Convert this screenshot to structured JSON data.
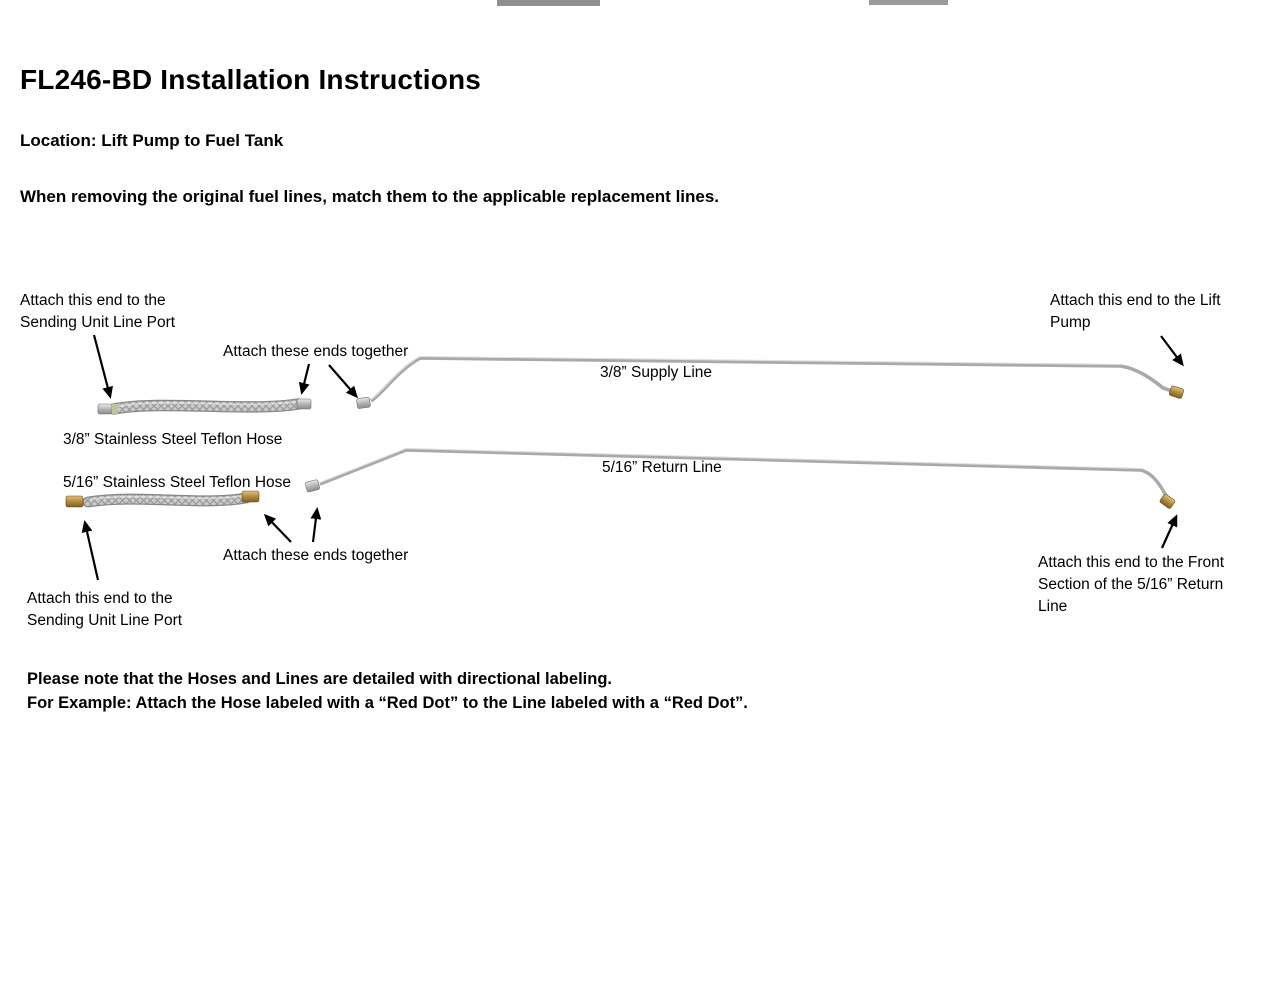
{
  "page": {
    "title": "FL246-BD Installation Instructions",
    "location": "Location: Lift Pump to Fuel Tank",
    "intro": "When removing the original fuel lines, match them to the applicable replacement lines.",
    "note": {
      "line1": "Please note that the Hoses and Lines are detailed with directional labeling.",
      "line2": "For Example: Attach the Hose labeled with a “Red Dot” to the Line labeled with a “Red Dot”."
    }
  },
  "diagram": {
    "labels": {
      "sending_unit_top": "Attach this end to the\nSending Unit Line Port",
      "ends_together_top": "Attach these ends together",
      "supply_line": "3/8” Supply Line",
      "lift_pump": "Attach this end to the Lift\nPump",
      "hose_38": "3/8” Stainless Steel Teflon Hose",
      "hose_516": "5/16” Stainless Steel Teflon Hose",
      "return_line": "5/16” Return Line",
      "ends_together_bottom": "Attach these ends together",
      "sending_unit_bottom": "Attach this end to the\nSending Unit Line Port",
      "return_front": "Attach this end to the  Front\nSection of the 5/16” Return\nLine"
    },
    "colors": {
      "line_steel": "#a9a9a9",
      "hose_braid": "#c7c7c7",
      "fitting_brass": "#b08d3e",
      "fitting_silver": "#bdbdbd",
      "arrow": "#000000"
    }
  }
}
